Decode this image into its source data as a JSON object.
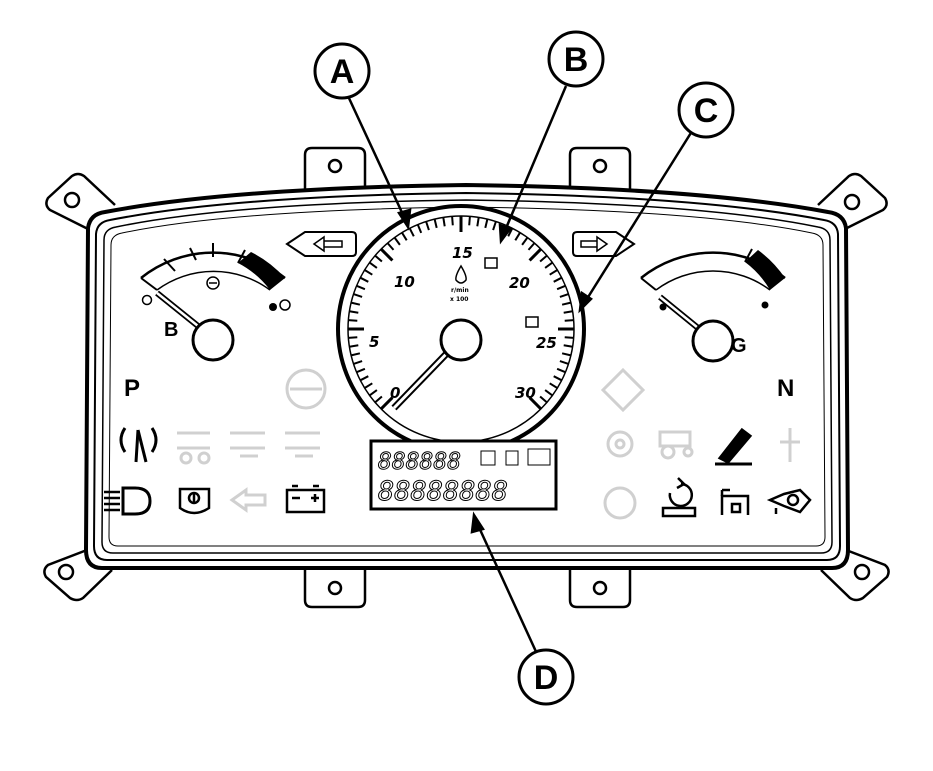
{
  "callouts": {
    "a": "A",
    "b": "B",
    "c": "C",
    "d": "D"
  },
  "tachometer": {
    "scale_labels": [
      "0",
      "5",
      "10",
      "15",
      "20",
      "25",
      "30"
    ],
    "unit_label": "x 100",
    "unit_sub": "r/min"
  },
  "gauges": {
    "left_letter": "B",
    "right_letter": "G"
  },
  "indicators": {
    "park": "P",
    "neutral": "N"
  },
  "lcd": {
    "top_row": "888888",
    "bottom_row": "88888888"
  },
  "colors": {
    "line": "#000000",
    "inactive_icon": "#d0d0d0",
    "background": "#ffffff"
  }
}
